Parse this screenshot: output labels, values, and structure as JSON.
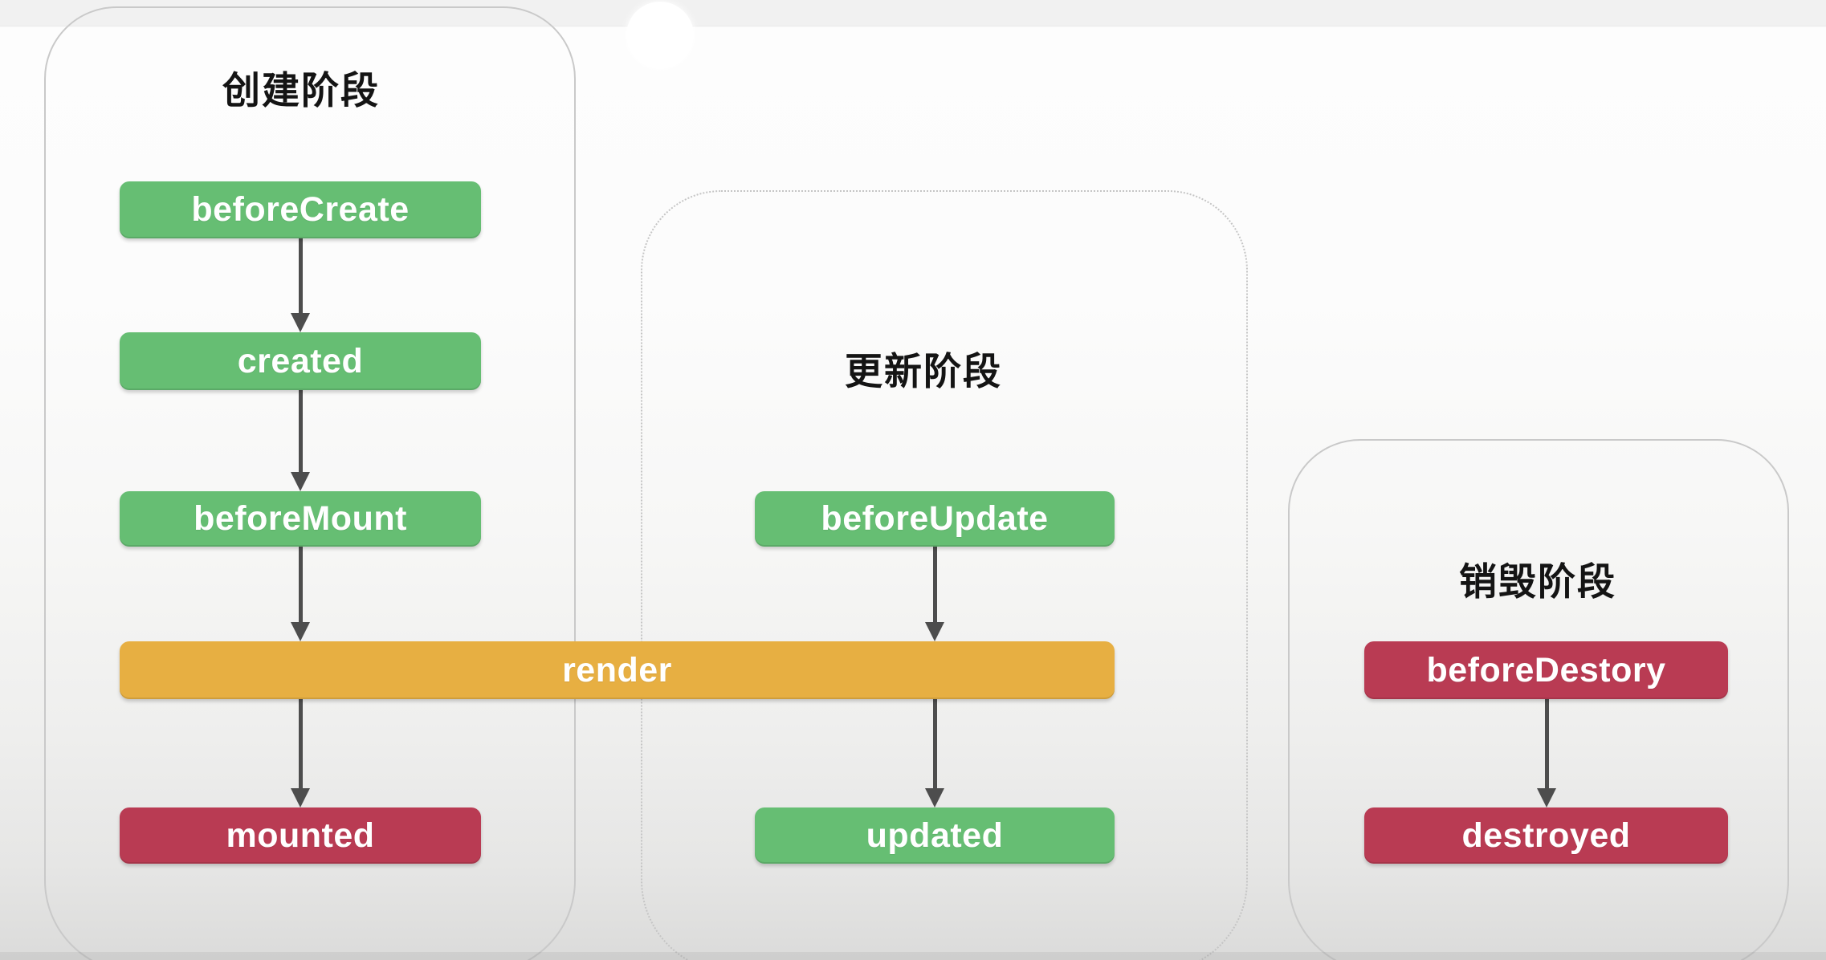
{
  "diagram": {
    "subject": "Vue component lifecycle flowchart",
    "phases": {
      "create": {
        "title": "创建阶段"
      },
      "update": {
        "title": "更新阶段"
      },
      "destroy": {
        "title": "销毁阶段"
      }
    },
    "nodes": {
      "beforeCreate": {
        "label": "beforeCreate",
        "color": "#66BE73"
      },
      "created": {
        "label": "created",
        "color": "#66BE73"
      },
      "beforeMount": {
        "label": "beforeMount",
        "color": "#66BE73"
      },
      "render": {
        "label": "render",
        "color": "#E7AF42"
      },
      "mounted": {
        "label": "mounted",
        "color": "#B93B53"
      },
      "beforeUpdate": {
        "label": "beforeUpdate",
        "color": "#66BE73"
      },
      "updated": {
        "label": "updated",
        "color": "#66BE73"
      },
      "beforeDestory": {
        "label": "beforeDestory",
        "color": "#B93B53"
      },
      "destroyed": {
        "label": "destroyed",
        "color": "#B93B53"
      }
    },
    "edges": [
      {
        "from": "beforeCreate",
        "to": "created"
      },
      {
        "from": "created",
        "to": "beforeMount"
      },
      {
        "from": "beforeMount",
        "to": "render"
      },
      {
        "from": "render",
        "to": "mounted"
      },
      {
        "from": "beforeUpdate",
        "to": "render"
      },
      {
        "from": "render",
        "to": "updated"
      },
      {
        "from": "beforeDestory",
        "to": "destroyed"
      }
    ],
    "colors": {
      "node_green": "#66BE73",
      "node_orange": "#E7AF42",
      "node_red": "#B93B53",
      "arrow": "#4D4D4D",
      "panel_border": "#C9C9C9"
    }
  }
}
